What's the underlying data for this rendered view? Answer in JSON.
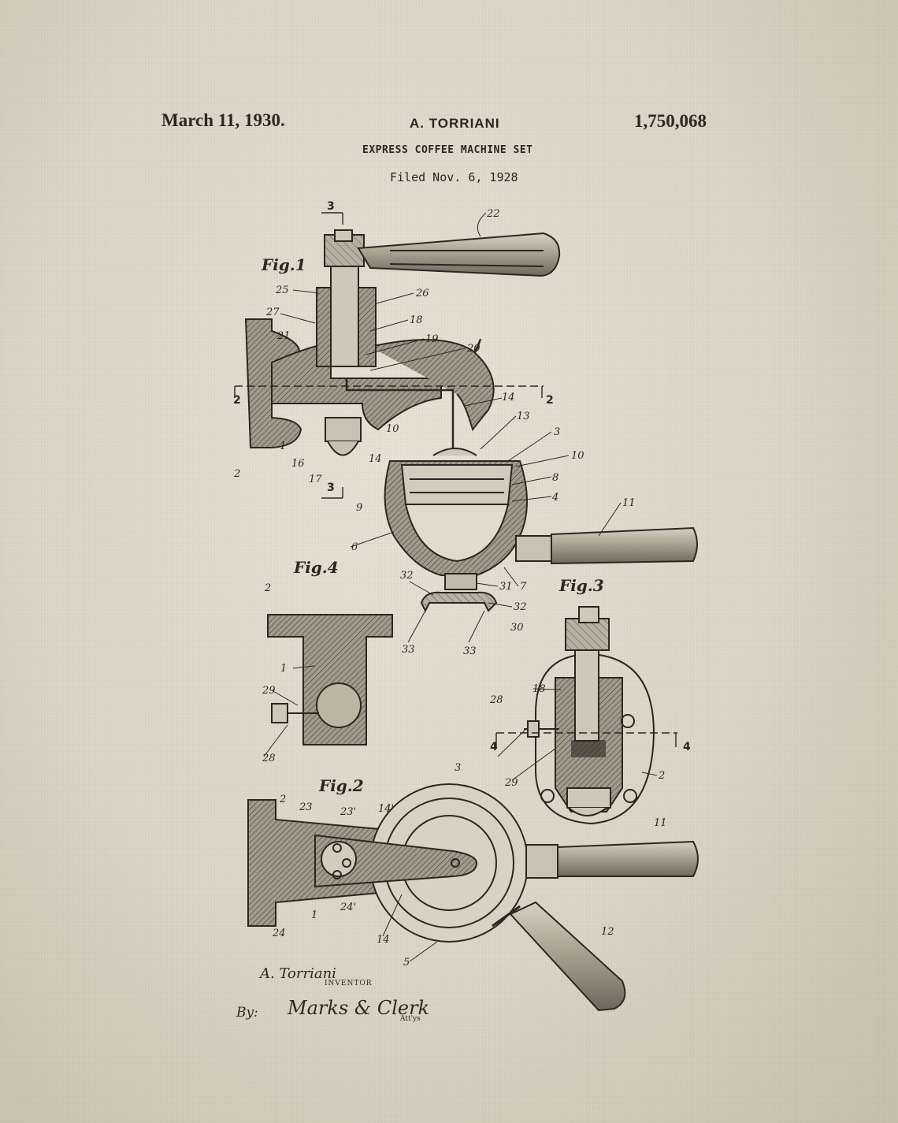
{
  "header": {
    "date": "March 11, 1930.",
    "inventor": "A. TORRIANI",
    "patent_number": "1,750,068",
    "title": "EXPRESS COFFEE MACHINE SET",
    "filed": "Filed Nov. 6, 1928"
  },
  "figures": {
    "fig1": "Fig.1",
    "fig2": "Fig.2",
    "fig3": "Fig.3",
    "fig4": "Fig.4"
  },
  "section_marks": {
    "s3_top": "3",
    "s3_bottom": "3",
    "s2_left": "2",
    "s2_right": "2",
    "s4_left": "4",
    "s4_right": "4"
  },
  "fig1_refs": [
    "22",
    "25",
    "26",
    "27",
    "18",
    "21",
    "19",
    "20",
    "14",
    "13",
    "3",
    "10",
    "10",
    "8",
    "4",
    "9",
    "11",
    "6",
    "7",
    "32",
    "31",
    "32",
    "30",
    "33",
    "33",
    "1",
    "2",
    "16",
    "17",
    "14"
  ],
  "fig4_refs": [
    "2",
    "1",
    "29",
    "28"
  ],
  "fig3_refs": [
    "18",
    "28",
    "29",
    "2"
  ],
  "fig2_refs": [
    "2",
    "23",
    "23'",
    "14'",
    "3",
    "11",
    "24'",
    "1",
    "24",
    "14",
    "5",
    "12"
  ],
  "signature": {
    "name": "A. Torriani",
    "role": "INVENTOR",
    "by": "By:",
    "attorney": "Marks & Clerk",
    "atty": "Att'ys"
  },
  "colors": {
    "paper": "#e3dccd",
    "ink": "#2b2620",
    "hatch": "#6f675b"
  }
}
